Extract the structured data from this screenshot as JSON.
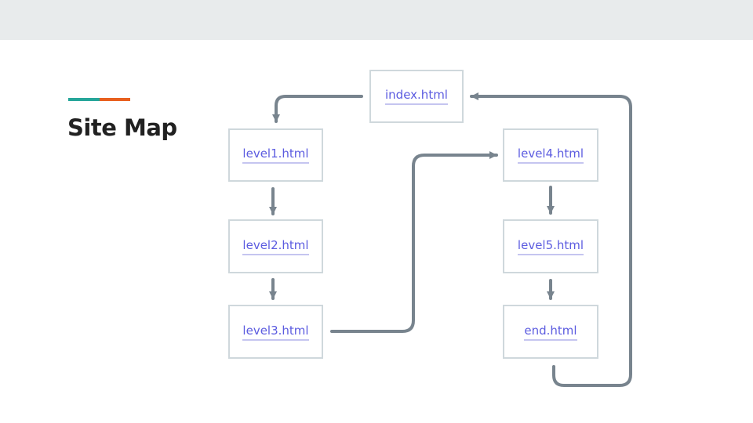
{
  "slide": {
    "title": "Site Map",
    "accent_colors": [
      "#26a69a",
      "#e8601f"
    ]
  },
  "colors": {
    "arrow": "#78848e",
    "node_border": "#cfd8dc",
    "link": "#5c5ce0"
  },
  "nodes": {
    "index": "index.html",
    "level1": "level1.html",
    "level2": "level2.html",
    "level3": "level3.html",
    "level4": "level4.html",
    "level5": "level5.html",
    "end": "end.html"
  },
  "edges": [
    [
      "index.html",
      "level1.html"
    ],
    [
      "level1.html",
      "level2.html"
    ],
    [
      "level2.html",
      "level3.html"
    ],
    [
      "level3.html",
      "level4.html"
    ],
    [
      "level4.html",
      "level5.html"
    ],
    [
      "level5.html",
      "end.html"
    ],
    [
      "end.html",
      "index.html"
    ]
  ]
}
